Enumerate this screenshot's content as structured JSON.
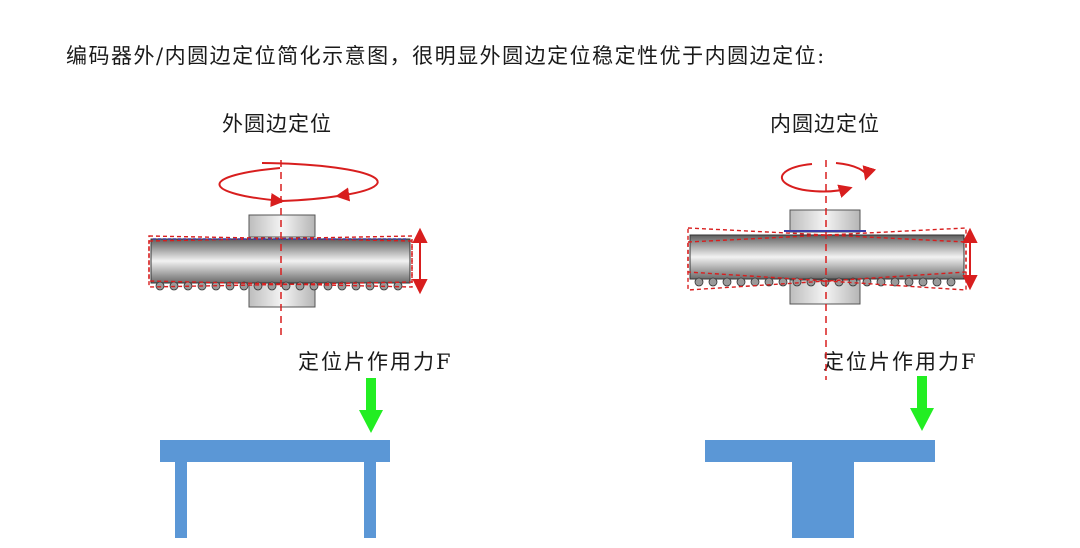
{
  "caption": "编码器外/内圆边定位简化示意图，很明显外圆边定位稳定性优于内圆边定位:",
  "panels": {
    "left": {
      "title": "外圆边定位",
      "force_label": "定位片作用力F"
    },
    "right": {
      "title": "内圆边定位",
      "force_label": "定位片作用力F"
    }
  },
  "colors": {
    "rotation_arrow": "#d81e1e",
    "force_arrow": "#22ee22",
    "fixture": "#5b97d6",
    "disk_gray": "#8a8a8a",
    "hub_gray": "#d6d6d6"
  }
}
